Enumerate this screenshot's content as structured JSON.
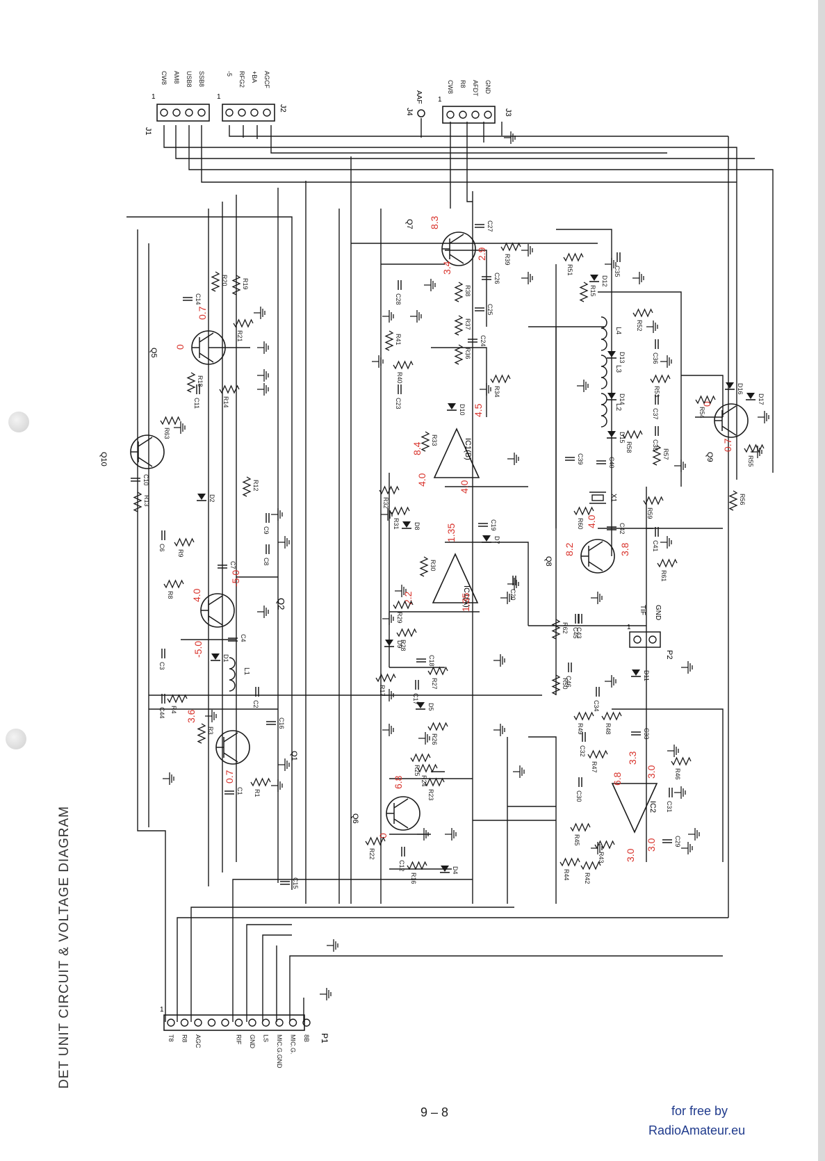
{
  "page": {
    "title": "DET UNIT CIRCUIT & VOLTAGE DIAGRAM",
    "page_number": "9 – 8",
    "credit_line1": "for free by",
    "credit_line2": "RadioAmateur.eu"
  },
  "colors": {
    "ink": "#1a1a1a",
    "voltage": "#d8312a",
    "credit": "#1f3a8c"
  },
  "connectors": {
    "J1": {
      "name": "J1",
      "pin1": "1",
      "pins": [
        "CW8",
        "AM8",
        "USB8",
        "SSB8"
      ]
    },
    "J2": {
      "name": "J2",
      "pin1": "1",
      "pins": [
        "-5",
        "RFG2",
        "+BA",
        "AGCF"
      ]
    },
    "J3": {
      "name": "J3",
      "pin1": "1",
      "pins": [
        "CW8",
        "R8",
        "AFDT",
        "GND"
      ]
    },
    "J4": {
      "name": "J4",
      "pins": [
        "AAF"
      ]
    },
    "P1": {
      "name": "P1",
      "pin1": "1",
      "pins": [
        "T8",
        "R8",
        "AGC",
        "",
        "",
        "RIF",
        "GND",
        "LS",
        "MIC.G.GND",
        "MIC.G.",
        "8B"
      ]
    },
    "P2": {
      "name": "P2",
      "pin1": "1",
      "pins": [
        "TIF",
        "GND"
      ]
    }
  },
  "transistors": [
    {
      "ref": "Q1",
      "v": [
        "3.6",
        "0.7"
      ]
    },
    {
      "ref": "Q2",
      "v": [
        "4.0",
        "-5.0",
        "-5.0"
      ]
    },
    {
      "ref": "Q5",
      "v": [
        "0",
        "0.7"
      ]
    },
    {
      "ref": "Q6",
      "v": [
        "0",
        "6.8"
      ]
    },
    {
      "ref": "Q7",
      "v": [
        "8.3",
        "3.4",
        "2.9"
      ]
    },
    {
      "ref": "Q8",
      "v": [
        "8.2",
        "4.0",
        "3.8"
      ]
    },
    {
      "ref": "Q9",
      "v": [
        "0",
        "0.7"
      ]
    },
    {
      "ref": "Q10",
      "v": []
    }
  ],
  "ics": {
    "IC1A": {
      "ref": "IC1(A)",
      "v": [
        "2.2",
        "1.35",
        "1.35"
      ]
    },
    "IC1B": {
      "ref": "IC1(B)",
      "v": [
        "8.4",
        "4.0",
        "4.0",
        "4.5"
      ]
    },
    "IC2": {
      "ref": "IC2",
      "v": [
        "6.8",
        "3.3",
        "3.0",
        "3.0",
        "3.0"
      ]
    }
  },
  "resistors": [
    "R1",
    "R3",
    "R4",
    "R8",
    "R9",
    "R12",
    "R13",
    "R14",
    "R15",
    "R16",
    "R17",
    "R18",
    "R19",
    "R20",
    "R21",
    "R22",
    "R23",
    "R24",
    "R25",
    "R26",
    "R27",
    "R28",
    "R29",
    "R30",
    "R31",
    "R32",
    "R33",
    "R34",
    "R36",
    "R37",
    "R38",
    "R39",
    "R40",
    "R41",
    "R42",
    "R43",
    "R44",
    "R45",
    "R46",
    "R47",
    "R48",
    "R49",
    "R50",
    "R51",
    "R52",
    "R53",
    "R54",
    "R55",
    "R56",
    "R57",
    "R58",
    "R59",
    "R60",
    "R61",
    "R62",
    "R63"
  ],
  "capacitors": [
    "C1",
    "C2",
    "C3",
    "C4",
    "C6",
    "C7",
    "C8",
    "C9",
    "C10",
    "C11",
    "C12",
    "C14",
    "C15",
    "C16",
    "C17",
    "C18",
    "C19",
    "C20",
    "C23",
    "C24",
    "C25",
    "C26",
    "C27",
    "C28",
    "C29",
    "C30",
    "C31",
    "C32",
    "C33",
    "C34",
    "C35",
    "C36",
    "C37",
    "C38",
    "C39",
    "C40",
    "C41",
    "C42",
    "C43",
    "C44",
    "C45",
    "C46"
  ],
  "diodes": [
    "D1",
    "D2",
    "D4",
    "D5",
    "D7",
    "D8",
    "D9",
    "D10",
    "D11",
    "D12",
    "D13",
    "D14",
    "D15",
    "D16",
    "D17"
  ],
  "inductors": [
    "L1",
    "L2",
    "L3",
    "L4"
  ],
  "crystal": "X1"
}
